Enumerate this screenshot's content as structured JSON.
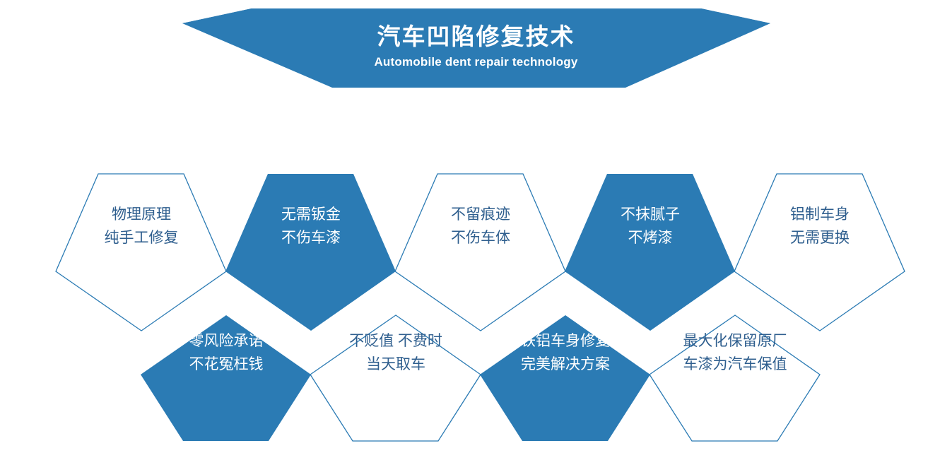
{
  "banner": {
    "title_cn": "汽车凹陷修复技术",
    "title_en": "Automobile dent repair technology",
    "fill_color": "#2B7BB4",
    "wing_color": "#1F6699",
    "text_color": "#FFFFFF"
  },
  "theme": {
    "accent": "#2B7BB4",
    "accent_dark": "#1F6699",
    "text_blue": "#2E5E8E",
    "background": "#FFFFFF"
  },
  "pentagons": {
    "top_row": [
      {
        "id": "physical-principle",
        "style": "outline",
        "line1": "物理原理",
        "line2": "纯手工修复"
      },
      {
        "id": "no-sheet-metal",
        "style": "filled",
        "line1": "无需钣金",
        "line2": "不伤车漆"
      },
      {
        "id": "no-marks",
        "style": "outline",
        "line1": "不留痕迹",
        "line2": "不伤车体"
      },
      {
        "id": "no-putty",
        "style": "filled",
        "line1": "不抹腻子",
        "line2": "不烤漆"
      },
      {
        "id": "aluminium-body",
        "style": "outline",
        "line1": "铝制车身",
        "line2": "无需更换"
      }
    ],
    "bottom_row": [
      {
        "id": "zero-risk",
        "style": "filled",
        "line1": "零风险承诺",
        "line2": "不花冤枉钱"
      },
      {
        "id": "no-depreciation",
        "style": "outline",
        "line1": "不贬值 不费时",
        "line2": "当天取车"
      },
      {
        "id": "iron-aluminium-repair",
        "style": "filled",
        "line1": "铁铝车身修复",
        "line2": "完美解决方案"
      },
      {
        "id": "retain-factory-paint",
        "style": "outline",
        "line1": "最大化保留原厂",
        "line2": "车漆为汽车保值"
      }
    ]
  }
}
